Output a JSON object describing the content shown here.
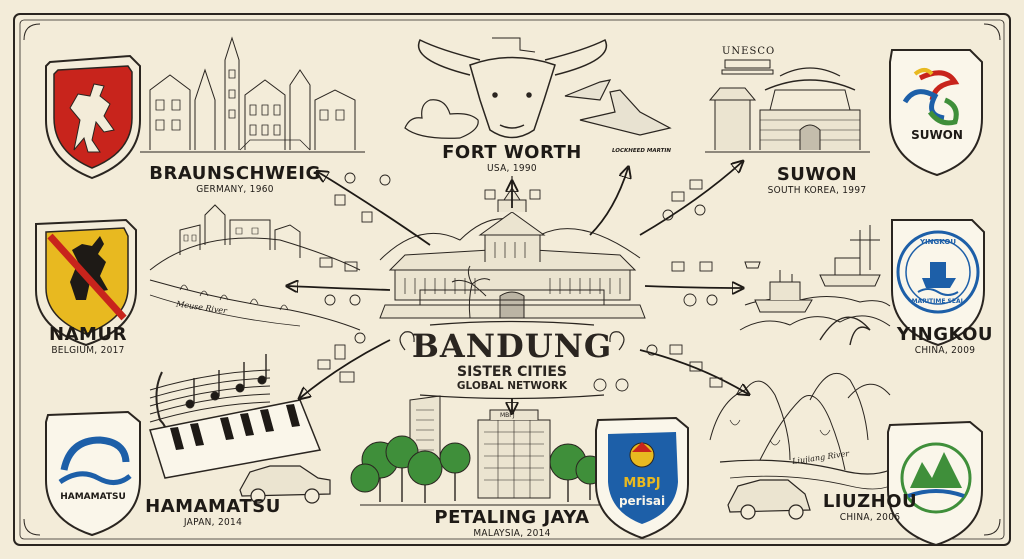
{
  "center": {
    "title": "BANDUNG",
    "subtitle": "SISTER CITIES",
    "tagline": "GLOBAL NETWORK"
  },
  "cities": [
    {
      "name": "BRAUNSCHWEIG",
      "detail": "GERMANY, 1960"
    },
    {
      "name": "FORT WORTH",
      "detail": "USA, 1990"
    },
    {
      "name": "SUWON",
      "detail": "SOUTH KOREA, 1997"
    },
    {
      "name": "NAMUR",
      "detail": "BELGIUM, 2017"
    },
    {
      "name": "YINGKOU",
      "detail": "CHINA, 2009"
    },
    {
      "name": "HAMAMATSU",
      "detail": "JAPAN, 2014"
    },
    {
      "name": "PETALING JAYA",
      "detail": "MALAYSIA, 2014"
    },
    {
      "name": "LIUZHOU",
      "detail": "CHINA, 2006"
    }
  ],
  "labels": {
    "unesco": "UNESCO",
    "suwon_emblem": "SUWON",
    "yingkou_emblem_top": "YINGKOU",
    "yingkou_emblem_bottom": "MARITIME SEAL",
    "hamamatsu_emblem": "HAMAMATSU",
    "mbpj_badge": "MBPJ",
    "perisai": "perisai",
    "mbpj_building": "MBPJ",
    "lockheed": "LOCKHEED MARTIN",
    "meuse_river": "Meuse River",
    "liujiang_river": "Liujiang River"
  },
  "colors": {
    "paper": "#f3ecd9",
    "ink": "#1e1a16",
    "red": "#c8241c",
    "yellow": "#e8b920",
    "blue": "#1d5fa8",
    "green": "#3f8f3a"
  }
}
